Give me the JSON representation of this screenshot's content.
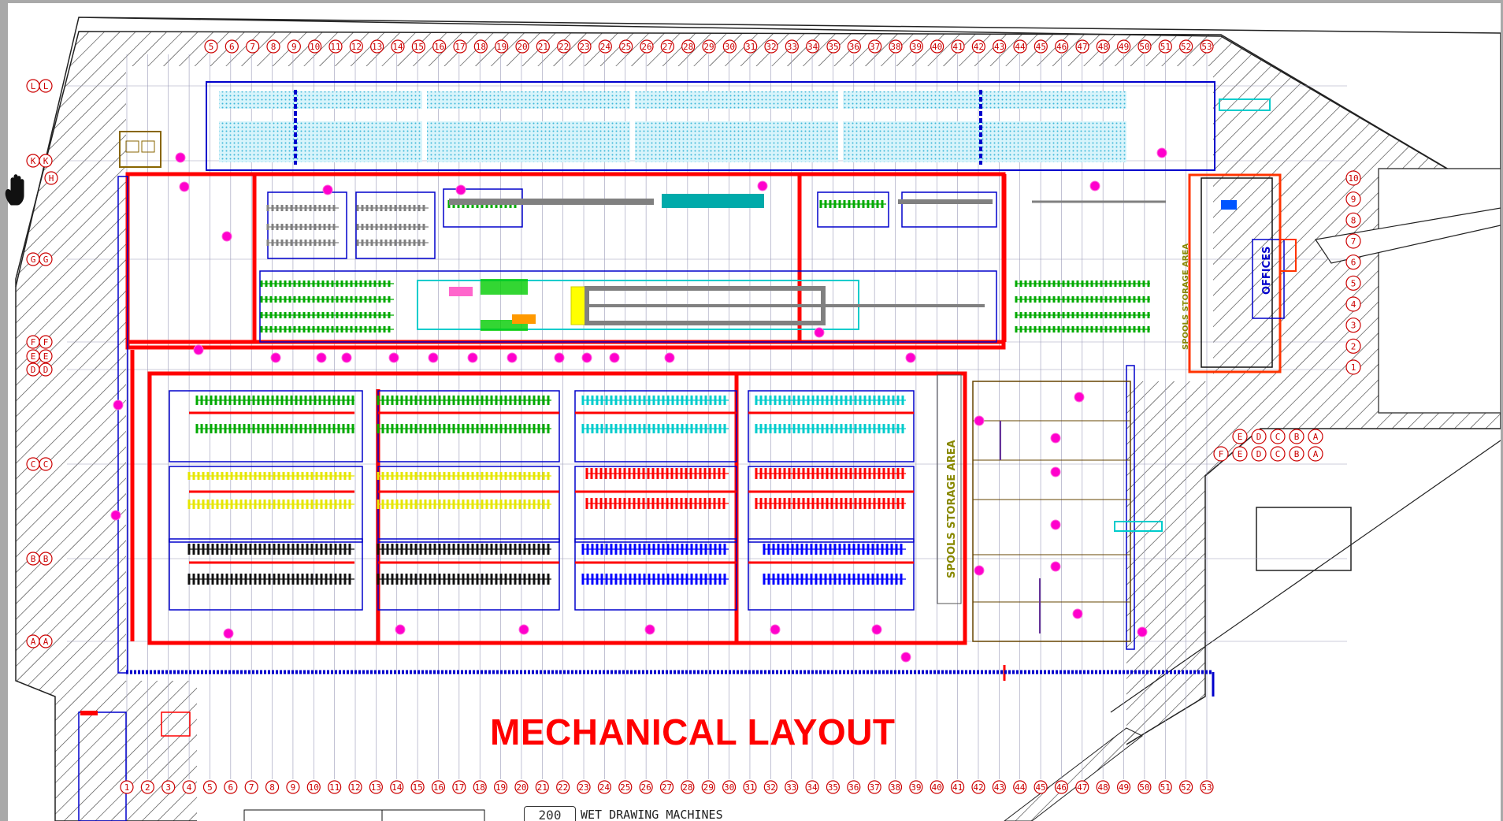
{
  "title": "MECHANICAL LAYOUT",
  "legend": {
    "code": "200",
    "label": "WET DRAWING MACHINES"
  },
  "columns_top": [
    "5",
    "6",
    "7",
    "8",
    "9",
    "10",
    "11",
    "12",
    "13",
    "14",
    "15",
    "16",
    "17",
    "18",
    "19",
    "20",
    "21",
    "22",
    "23",
    "24",
    "25",
    "26",
    "27",
    "28",
    "29",
    "30",
    "31",
    "32",
    "33",
    "34",
    "35",
    "36",
    "37",
    "38",
    "39",
    "40",
    "41",
    "42",
    "43",
    "44",
    "45",
    "46",
    "47",
    "48",
    "49",
    "50",
    "51",
    "52",
    "53"
  ],
  "columns_bottom": [
    "1",
    "2",
    "3",
    "4",
    "5",
    "6",
    "7",
    "8",
    "9",
    "10",
    "11",
    "12",
    "13",
    "14",
    "15",
    "16",
    "17",
    "18",
    "19",
    "20",
    "21",
    "22",
    "23",
    "24",
    "25",
    "26",
    "27",
    "28",
    "29",
    "30",
    "31",
    "32",
    "33",
    "34",
    "35",
    "36",
    "37",
    "38",
    "39",
    "40",
    "41",
    "42",
    "43",
    "44",
    "45",
    "46",
    "47",
    "48",
    "49",
    "50",
    "51",
    "52",
    "53"
  ],
  "rows_left": [
    "L",
    "K",
    "H",
    "G",
    "F",
    "E",
    "D",
    "C",
    "B",
    "A"
  ],
  "rows_right": [
    "10",
    "9",
    "8",
    "7",
    "6",
    "5",
    "4",
    "3",
    "2",
    "1"
  ],
  "annex_rows": [
    "F",
    "E",
    "D",
    "C",
    "B",
    "A"
  ],
  "zone_labels": {
    "spools_storage": "SPOOLS STORAGE AREA",
    "spools_storage_small": "SPOOLS STORAGE AREA",
    "offices": "OFFICES"
  },
  "colors": {
    "wall_red": "#ff0000",
    "grid_blue": "#0000cc",
    "bubble": "#cc0000",
    "hatch": "#333333",
    "machine_green": "#00aa00",
    "machine_yellow": "#e6e600",
    "machine_cyan": "#00cccc",
    "machine_blue": "#0000ff",
    "machine_black": "#111111",
    "marker_magenta": "#ff00cc",
    "equipment_gray": "#808080"
  },
  "cursor": "pan-hand-icon"
}
